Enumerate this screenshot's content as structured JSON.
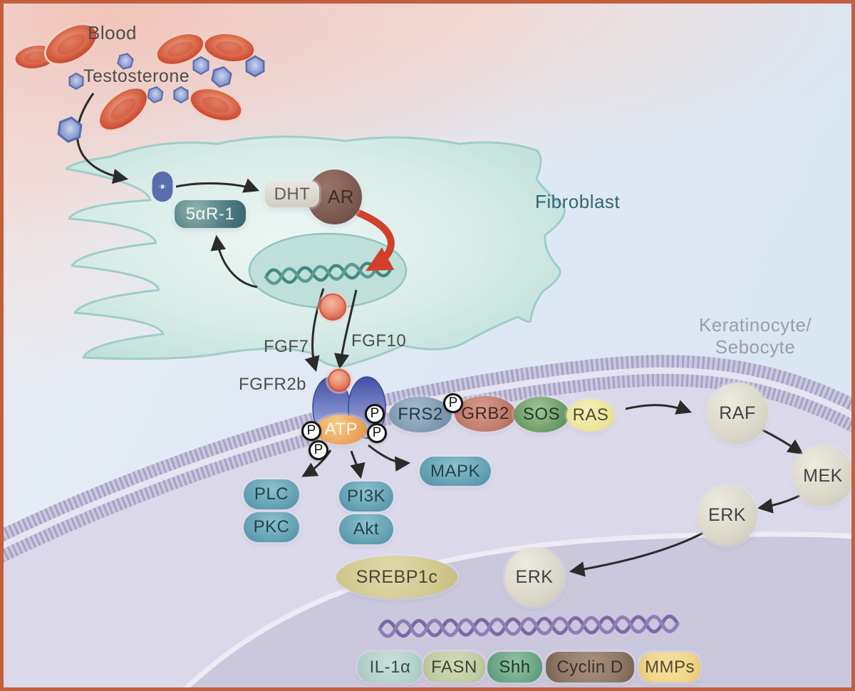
{
  "labels": {
    "blood": "Blood",
    "testosterone": "Testosterone",
    "fibroblast": "Fibroblast",
    "keratinocyte": "Keratinocyte/",
    "sebocyte": "Sebocyte",
    "fgf7": "FGF7",
    "fgf10": "FGF10",
    "fgfr2b": "FGFR2b"
  },
  "nodes": {
    "enzyme_5ar1": "5αR-1",
    "dht": "DHT",
    "ar": "AR",
    "atp": "ATP",
    "phosphate": "P",
    "frs2": "FRS2",
    "grb2": "GRB2",
    "sos": "SOS",
    "ras": "RAS",
    "raf": "RAF",
    "mek": "MEK",
    "erk": "ERK",
    "erk_nuclear": "ERK",
    "mapk": "MAPK",
    "plc": "PLC",
    "pkc": "PKC",
    "pi3k": "PI3K",
    "akt": "Akt",
    "srebp1c": "SREBP1c"
  },
  "target_genes": [
    "IL-1α",
    "FASN",
    "Shh",
    "Cyclin D",
    "MMPs"
  ],
  "colors": {
    "frame": "#c35f3d",
    "blood_cell": "#cc4c33",
    "testosterone_hex": "#8193cc",
    "fibroblast_cell": "#cfe8e4",
    "activation_arrow_red": "#d2402c",
    "membrane": "#aeabc9",
    "nucleus": "#cbc8dd",
    "dna_fibroblast": "#3f8a82",
    "dna_nucleus": "#7b68a6",
    "receptor_blue": "#4c5cae",
    "atp_orange": "#eda95e"
  }
}
